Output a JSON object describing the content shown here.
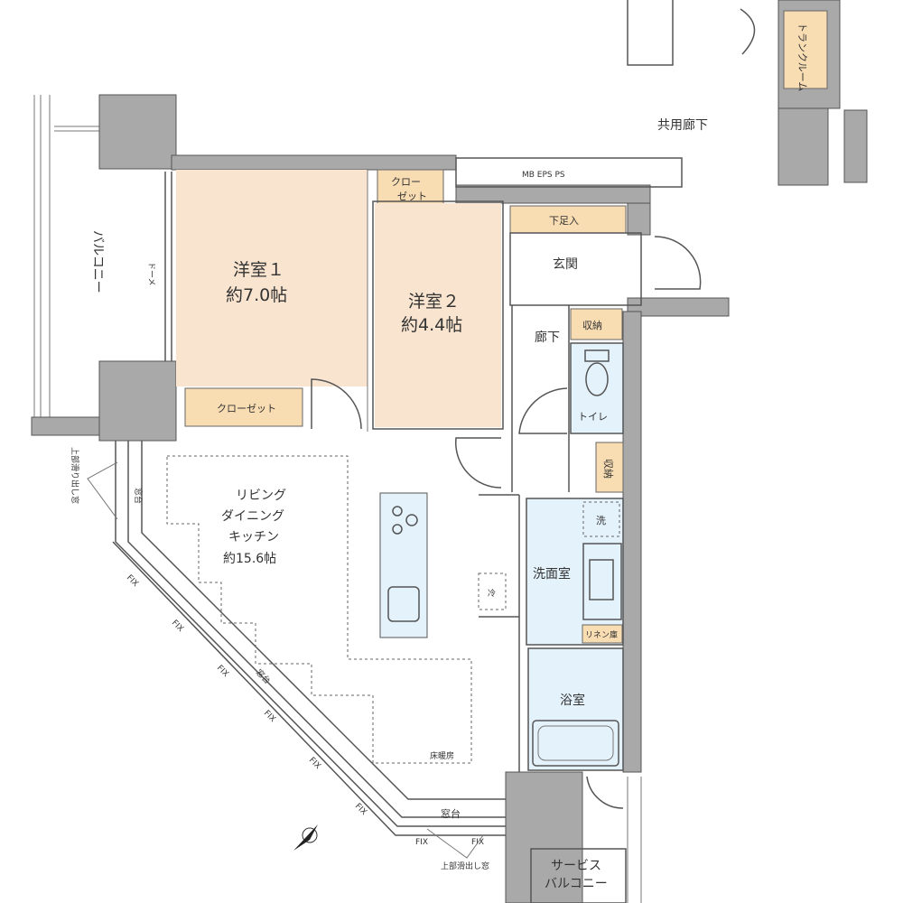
{
  "rooms": {
    "western1": {
      "name": "洋室１",
      "size": "約7.0帖"
    },
    "western2": {
      "name": "洋室２",
      "size": "約4.4帖"
    },
    "ldk": {
      "line1": "リビング",
      "line2": "ダイニング",
      "line3": "キッチン",
      "size": "約15.6帖"
    },
    "entrance": "玄関",
    "hallway": "廊下",
    "toilet": "トイレ",
    "washroom": "洗面室",
    "bathroom": "浴室",
    "balcony": "バルコニー",
    "service_balcony": {
      "line1": "サービス",
      "line2": "バルコニー"
    },
    "trunk_room": "トランクルーム",
    "common_corridor": "共用廊下"
  },
  "storage": {
    "closet1": "クローゼット",
    "closet2_line1": "クロー",
    "closet2_line2": "ゼット",
    "shoe_box": "下足入",
    "storage1": "収納",
    "storage2": "収納",
    "linen": "リネン庫"
  },
  "labels": {
    "mb_eps_ps": "MB  EPS  PS",
    "floor_heating": "床暖房",
    "counter1": "窓台",
    "counter2": "窓台",
    "counter3": "窓台",
    "fix": "FIX",
    "upper_window_left": "上部滑り出し窓",
    "upper_window_bottom": "上部滑出し窓",
    "washer": "洗",
    "fridge": "冷",
    "door": "ドーメ"
  },
  "colors": {
    "room": "#f9e4cf",
    "wet": "#e4f2fb",
    "wall": "#a9a9a9",
    "storage": "#f8dcb2"
  }
}
